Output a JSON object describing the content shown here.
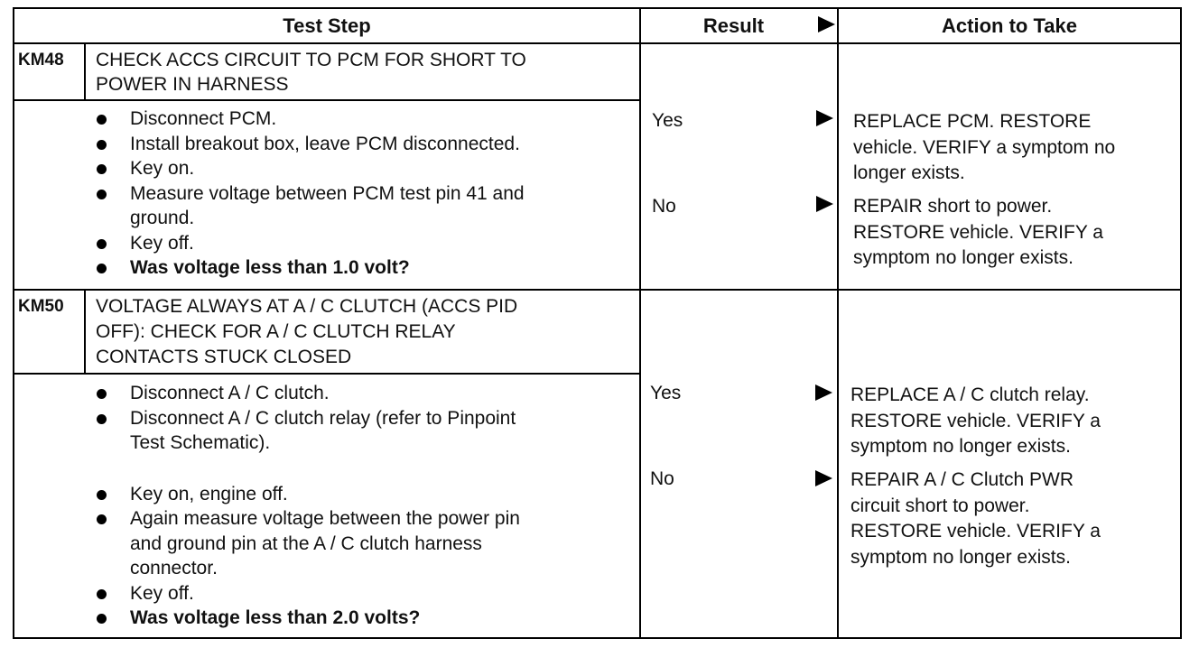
{
  "headers": {
    "test_step": "Test Step",
    "result": "Result",
    "action": "Action to Take"
  },
  "rows": [
    {
      "code": "KM48",
      "title_lines": [
        "CHECK ACCS CIRCUIT TO PCM FOR SHORT TO",
        "POWER IN HARNESS"
      ],
      "steps": [
        "Disconnect PCM.",
        "Install breakout box, leave PCM disconnected.",
        "Key on.",
        "Measure voltage between PCM test pin 41 and\nground.",
        "Key off.",
        "Was voltage less than 1.0 volt?"
      ],
      "results": [
        {
          "label": "Yes",
          "action": "REPLACE PCM. RESTORE\nvehicle. VERIFY a symptom no\nlonger exists."
        },
        {
          "label": "No",
          "action": "REPAIR short to power.\nRESTORE vehicle. VERIFY a\nsymptom no longer exists."
        }
      ]
    },
    {
      "code": "KM50",
      "title_lines": [
        "VOLTAGE ALWAYS AT A / C CLUTCH (ACCS PID",
        "OFF): CHECK FOR A / C CLUTCH RELAY",
        "CONTACTS STUCK CLOSED"
      ],
      "steps": [
        "Disconnect A / C clutch.",
        "Disconnect A / C clutch relay (refer to Pinpoint\nTest Schematic).",
        "Key on, engine off.",
        "Again measure voltage between the power pin\nand ground pin at the A / C clutch harness\nconnector.",
        "Key off.",
        "Was voltage less than 2.0 volts?"
      ],
      "results": [
        {
          "label": "Yes",
          "action": "REPLACE A / C clutch relay.\nRESTORE vehicle. VERIFY a\nsymptom no longer exists."
        },
        {
          "label": "No",
          "action": "REPAIR A / C Clutch PWR\ncircuit short to power.\nRESTORE vehicle. VERIFY a\nsymptom no longer exists."
        }
      ]
    }
  ]
}
